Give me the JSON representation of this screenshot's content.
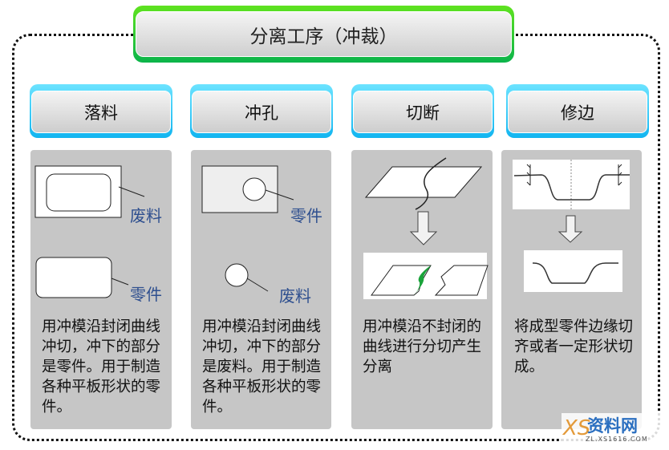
{
  "title": "分离工序（冲裁）",
  "columns": [
    {
      "header": "落料",
      "labels": [
        "废料",
        "零件"
      ],
      "description": "用冲模沿封闭曲线冲切，冲下的部分是零件。用于制造各种平板形状的零件。"
    },
    {
      "header": "冲孔",
      "labels": [
        "零件",
        "废料"
      ],
      "description": "用冲模沿封闭曲线冲切，冲下的部分是废料。用于制造各种平板形状的零件。"
    },
    {
      "header": "切断",
      "labels": [],
      "description": "用冲模沿不封闭的曲线进行分切产生分离"
    },
    {
      "header": "修边",
      "labels": [],
      "description": "将成型零件边缘切齐或者一定形状切成。"
    }
  ],
  "watermark": {
    "logo": "XS",
    "name": "资料网",
    "url": "ZL.XS1616.COM"
  },
  "colors": {
    "title_band": "#3fd22a",
    "header_band": "#2cc6f5",
    "panel": "#c6c6c6",
    "label": "#2e4f8f",
    "cut_highlight": "#1aa33a"
  }
}
